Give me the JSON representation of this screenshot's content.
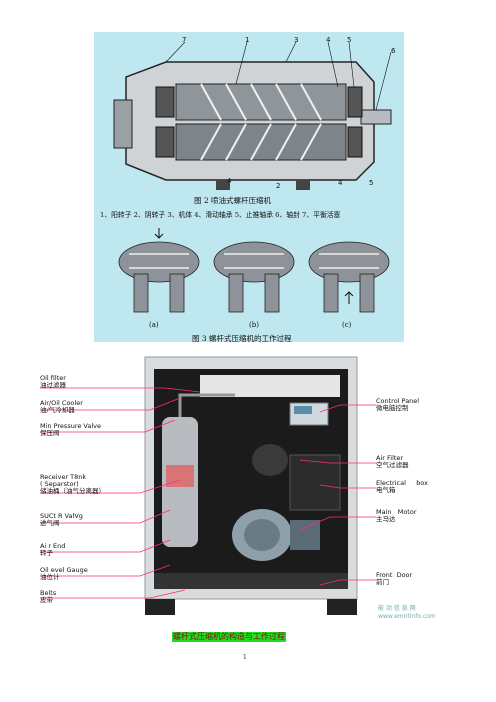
{
  "figure2": {
    "part_numbers_top": [
      "7",
      "1",
      "3",
      "4",
      "5",
      "6"
    ],
    "part_numbers_bottom": [
      "4",
      "2",
      "4",
      "5"
    ],
    "title": "图 2  喷油式螺杆压缩机",
    "legend": "1、阳转子  2、阴转子  3、机体  4、滑动轴承  5、止推轴承  6、轴封  7、平衡活塞"
  },
  "figure3": {
    "sub_a": "(a)",
    "sub_b": "(b)",
    "sub_c": "(c)",
    "title": "图 3   螺杆式压缩机的工作过程"
  },
  "machine_labels": {
    "left": [
      {
        "en": "Oil filter",
        "cn": "油过滤器"
      },
      {
        "en": "Air/Oil Cooler",
        "cn": "油/气冷却器"
      },
      {
        "en": "Min Pressure Valve",
        "cn": "保压阀"
      },
      {
        "en": "Receiver T8nk",
        "en2": "( Separstor)",
        "cn": "储油桶（油气分离器）"
      },
      {
        "en": "SUCt R ValVg",
        "cn": "进气阀"
      },
      {
        "en": "Ai r End",
        "cn": "转子"
      },
      {
        "en": "Oil evel Gauge",
        "cn": "油位计"
      },
      {
        "en": "Belts",
        "cn": "皮带"
      }
    ],
    "right": [
      {
        "en": "Control Panel",
        "cn": "微电脑控制"
      },
      {
        "en": "Air Filter",
        "cn": "空气过滤器"
      },
      {
        "en": "Electrical     box",
        "cn": "电气箱"
      },
      {
        "en": "Main   Motor",
        "cn": "主马达"
      },
      {
        "en": "Front  Door",
        "cn": "前门"
      }
    ]
  },
  "watermark": {
    "line1": "能 动 信 息 网",
    "line2": "www.emntinfo.com"
  },
  "caption": "螺杆式压缩机的构造与工作过程",
  "page_number": "1"
}
